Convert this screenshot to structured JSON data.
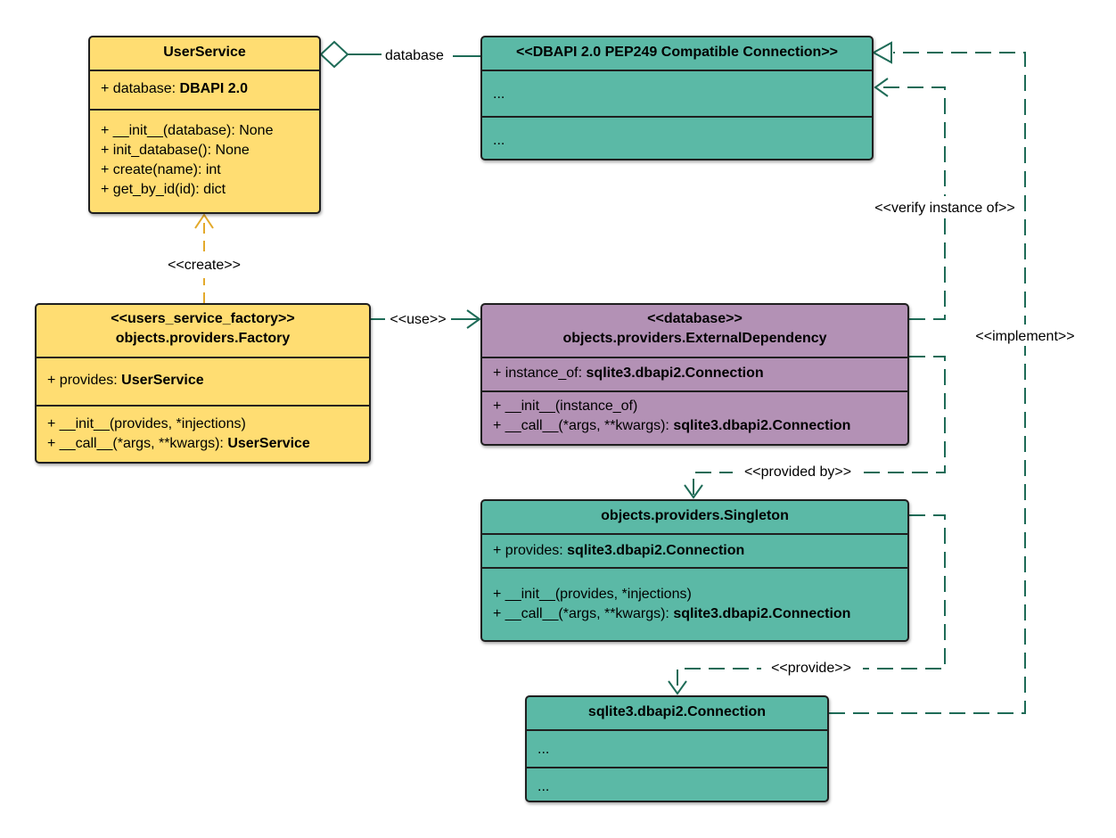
{
  "user_service": {
    "title": "UserService",
    "attribute_prefix": "+ database: ",
    "attribute_type": "DBAPI 2.0",
    "methods": [
      "+ __init__(database): None",
      "+ init_database(): None",
      "+ create(name): int",
      "+ get_by_id(id): dict"
    ]
  },
  "dbapi_connection": {
    "title": "<<DBAPI 2.0 PEP249 Compatible Connection>>",
    "section1": "...",
    "section2": "..."
  },
  "factory": {
    "stereotype": "<<users_service_factory>>",
    "title": "objects.providers.Factory",
    "attribute_prefix": "+ provides: ",
    "attribute_type": "UserService",
    "method1": "+ __init__(provides, *injections)",
    "method2_prefix": "+ __call__(*args, **kwargs): ",
    "method2_type": "UserService"
  },
  "external_dependency": {
    "stereotype": "<<database>>",
    "title": "objects.providers.ExternalDependency",
    "attribute_prefix": "+ instance_of: ",
    "attribute_type": "sqlite3.dbapi2.Connection",
    "method1": "+ __init__(instance_of)",
    "method2_prefix": "+ __call__(*args, **kwargs): ",
    "method2_type": "sqlite3.dbapi2.Connection"
  },
  "singleton": {
    "title": "objects.providers.Singleton",
    "attribute_prefix": "+ provides: ",
    "attribute_type": "sqlite3.dbapi2.Connection",
    "method1": "+ __init__(provides, *injections)",
    "method2_prefix": "+ __call__(*args, **kwargs): ",
    "method2_type": "sqlite3.dbapi2.Connection"
  },
  "sqlite_connection": {
    "title": "sqlite3.dbapi2.Connection",
    "section1": "...",
    "section2": "..."
  },
  "edges": {
    "database": "database",
    "create": "<<create>>",
    "use": "<<use>>",
    "verify_instance_of": "<<verify instance of>>",
    "implement": "<<implement>>",
    "provided_by": "<<provided by>>",
    "provide": "<<provide>>"
  },
  "colors": {
    "yellow": "#ffdd72",
    "teal": "#5bb9a6",
    "purple": "#b391b5",
    "connector_green": "#1e6b57",
    "connector_orange": "#e3a92b"
  }
}
